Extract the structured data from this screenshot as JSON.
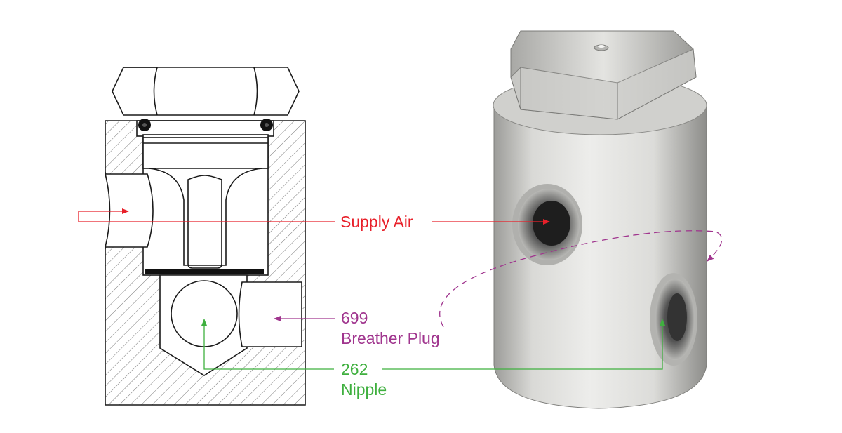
{
  "labels": {
    "supply_air": "Supply Air",
    "breather_code": "699",
    "breather_name": "Breather Plug",
    "nipple_code": "262",
    "nipple_name": "Nipple"
  },
  "colors": {
    "supply_air": "#e8202a",
    "breather": "#a0358e",
    "nipple": "#3fb03f",
    "outline": "#1a1a1a",
    "metal_light": "#e6e6e4",
    "metal_mid": "#c9c9c6",
    "metal_dark": "#8f8f8c"
  }
}
